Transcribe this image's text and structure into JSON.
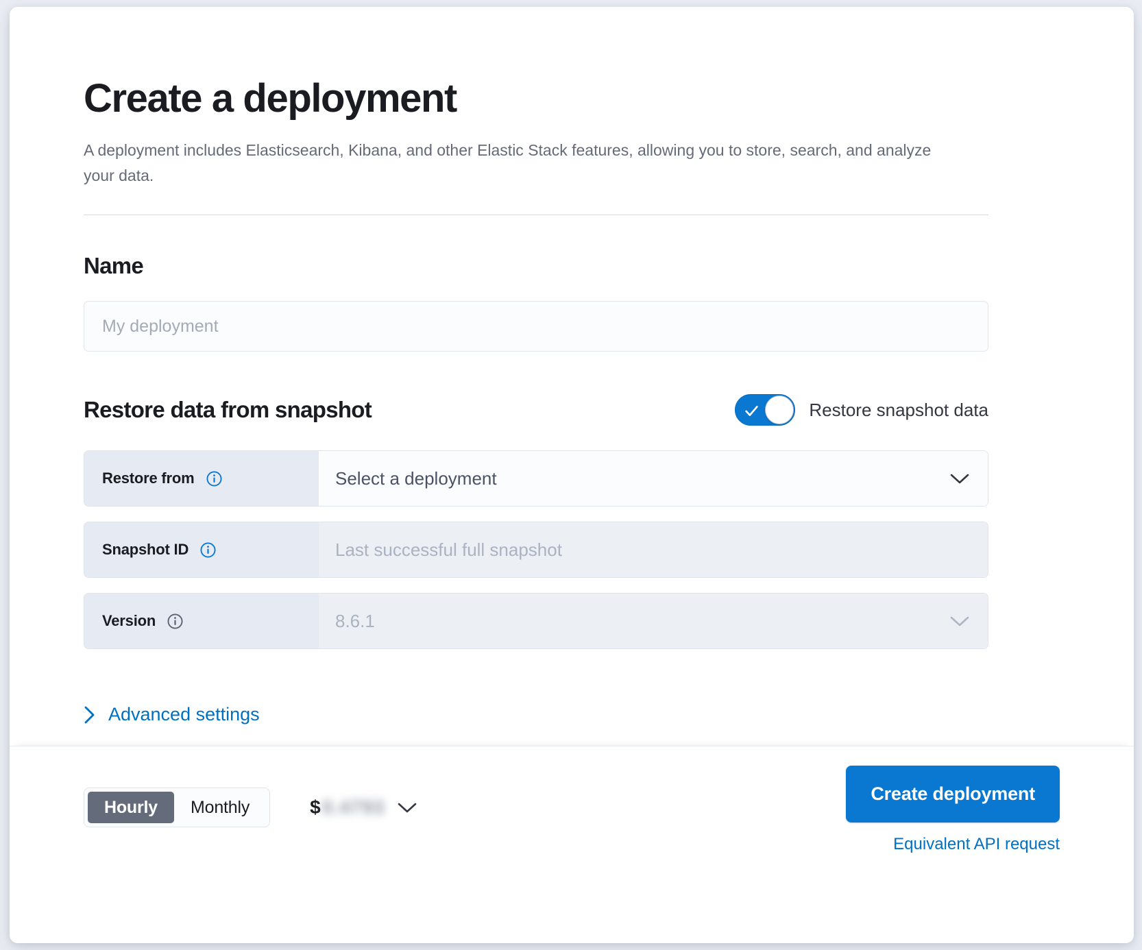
{
  "header": {
    "title": "Create a deployment",
    "subtitle": "A deployment includes Elasticsearch, Kibana, and other Elastic Stack features, allowing you to store, search, and analyze your data."
  },
  "name_section": {
    "heading": "Name",
    "input_placeholder": "My deployment",
    "input_value": ""
  },
  "restore_section": {
    "heading": "Restore data from snapshot",
    "toggle_label": "Restore snapshot data",
    "toggle_checked": true,
    "rows": [
      {
        "label": "Restore from",
        "value": "Select a deployment",
        "disabled": false,
        "has_chevron": true
      },
      {
        "label": "Snapshot ID",
        "value": "Last successful full snapshot",
        "disabled": true,
        "has_chevron": false
      },
      {
        "label": "Version",
        "value": "8.6.1",
        "disabled": true,
        "has_chevron": true
      }
    ],
    "advanced_settings_label": "Advanced settings"
  },
  "footer": {
    "billing_options": [
      "Hourly",
      "Monthly"
    ],
    "billing_selected": "Hourly",
    "price_currency_symbol": "$",
    "price_amount": "0.4793",
    "create_button_label": "Create deployment",
    "api_request_link": "Equivalent API request"
  },
  "colors": {
    "accent_blue": "#0a77d0",
    "link_blue": "#0071c2",
    "text_dark": "#1a1c21",
    "text_muted": "#646a77",
    "label_bg": "#e6eaf2",
    "disabled_field_bg": "#eceff4",
    "segment_active_bg": "#646b7a"
  }
}
